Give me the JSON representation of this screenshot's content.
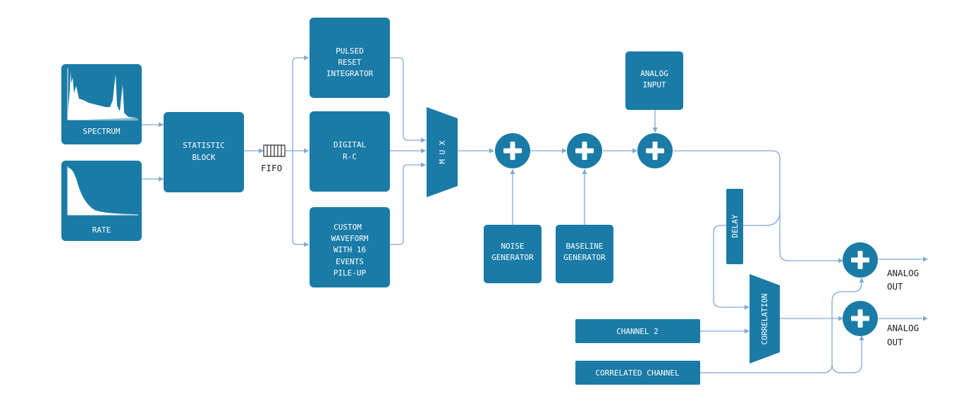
{
  "blocks": {
    "spectrum": "SPECTRUM",
    "rate": "RATE",
    "statistic_l1": "STATISTIC",
    "statistic_l2": "BLOCK",
    "fifo": "FIFO",
    "pulsed_l1": "PULSED",
    "pulsed_l2": "RESET",
    "pulsed_l3": "INTEGRATOR",
    "digital_l1": "DIGITAL",
    "digital_l2": "R-C",
    "custom_l1": "CUSTOM",
    "custom_l2": "WAVEFORM",
    "custom_l3": "WITH 16",
    "custom_l4": "EVENTS",
    "custom_l5": "PILE-UP",
    "mux": "M U X",
    "noise_l1": "NOISE",
    "noise_l2": "GENERATOR",
    "baseline_l1": "BASELINE",
    "baseline_l2": "GENERATOR",
    "analog_input_l1": "ANALOG",
    "analog_input_l2": "INPUT",
    "delay": "DELAY",
    "correlation": "CORRELATION",
    "channel2": "CHANNEL 2",
    "correlated_channel": "CORRELATED CHANNEL",
    "analog_out_1_l1": "ANALOG",
    "analog_out_1_l2": "OUT",
    "analog_out_2_l1": "ANALOG",
    "analog_out_2_l2": "OUT"
  },
  "icons": [
    "spectrum-plot-icon",
    "rate-decay-plot-icon",
    "fifo-icon",
    "adder-icon"
  ],
  "colors": {
    "block": "#1a7ba7",
    "wire": "#7fa7d6",
    "background": "#ffffff",
    "label_dark": "#222222"
  }
}
